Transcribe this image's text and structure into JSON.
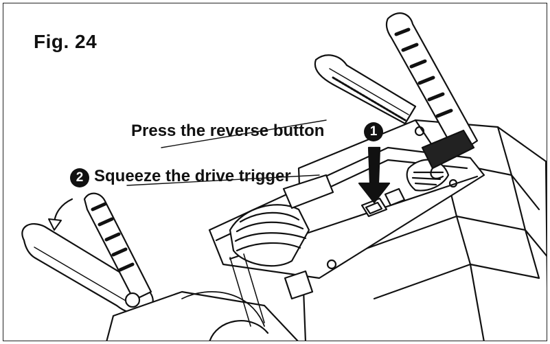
{
  "figure": {
    "title": "Fig. 24"
  },
  "callouts": [
    {
      "number": "1",
      "text": "Press the reverse button"
    },
    {
      "number": "2",
      "text": "Squeeze the drive trigger"
    }
  ],
  "colors": {
    "ink": "#111111",
    "background": "#ffffff"
  },
  "icons": [
    "down-arrow-icon",
    "curved-arrow-icon"
  ]
}
